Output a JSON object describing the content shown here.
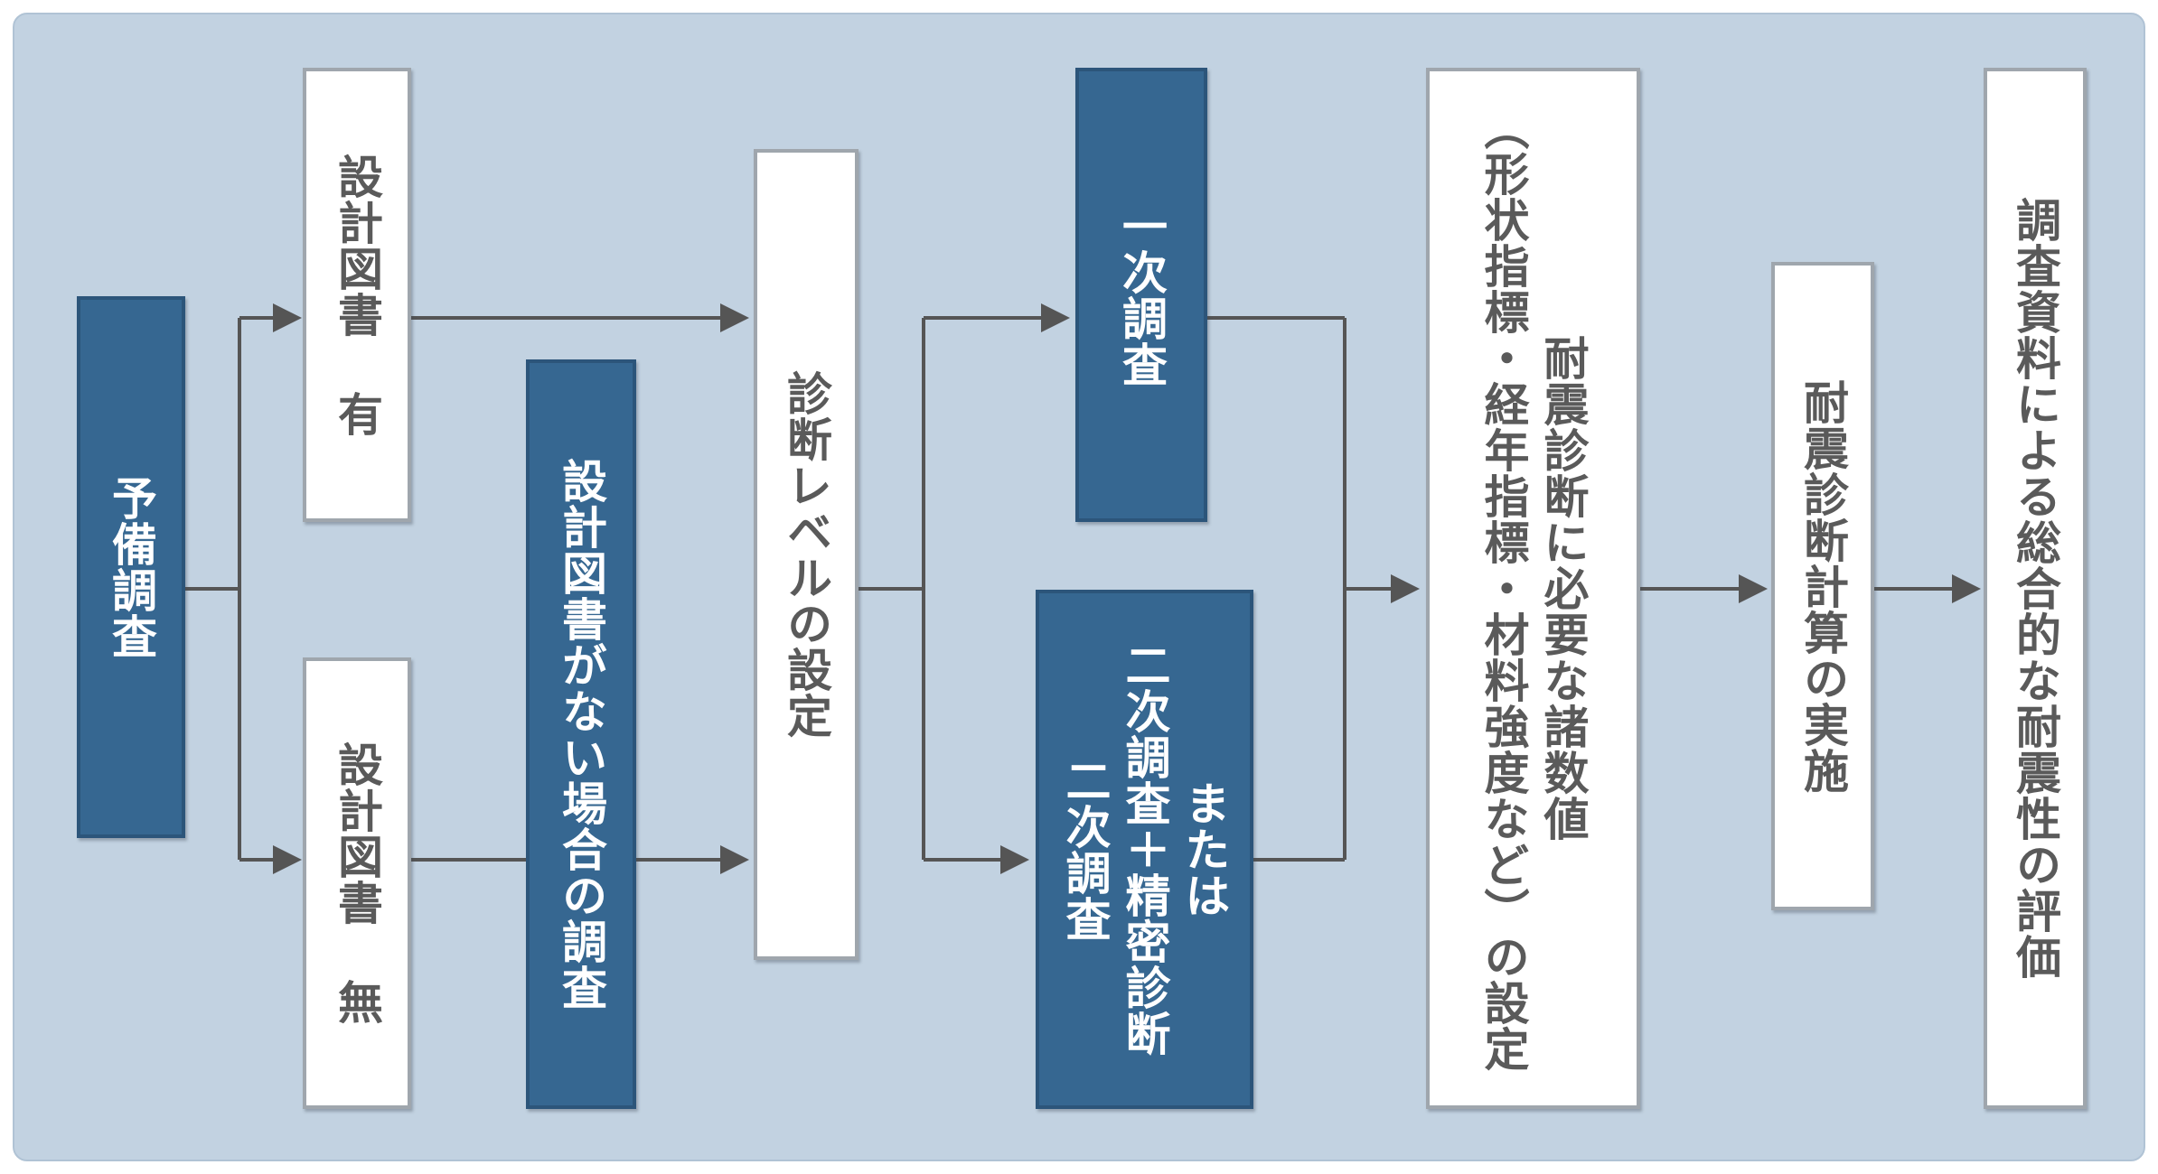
{
  "boxes": {
    "preliminary": "予備調査",
    "drawings_yes": "設計図書 有",
    "drawings_no": "設計図書 無",
    "no_drawings_survey": "設計図書がない場合の調査",
    "level_setting": "診断レベルの設定",
    "primary_survey": "一次調査",
    "secondary_survey": [
      "二次調査",
      "二次調査＋精密診断",
      "または"
    ],
    "indices": [
      "（形状指標・経年指標・材料強度など）の設定",
      "耐震診断に必要な諸数値"
    ],
    "calculation": "耐震診断計算の実施",
    "evaluation": "調査資料による総合的な耐震性の評価"
  },
  "colors": {
    "background": "#c2d2e1",
    "dark_box": "#366791",
    "light_box": "#ffffff",
    "connector": "#555555"
  }
}
